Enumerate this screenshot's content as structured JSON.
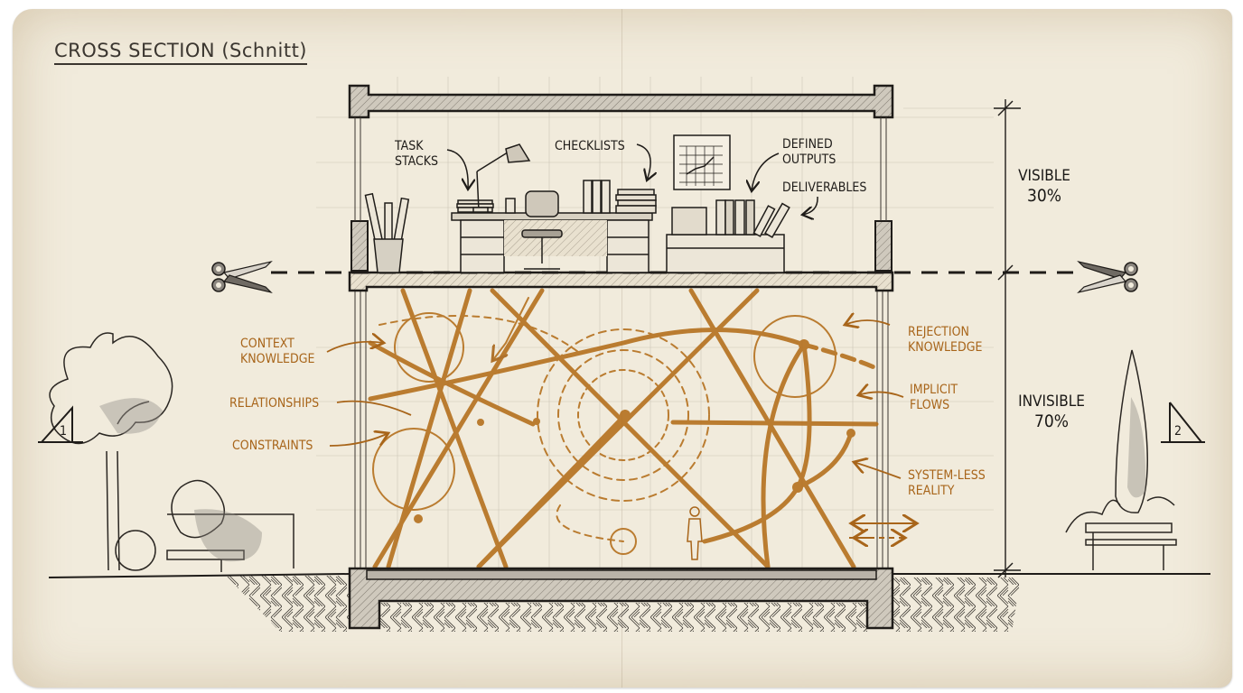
{
  "title": "CROSS SECTION (Schnitt)",
  "upper_floor": {
    "labels": {
      "task_stacks": [
        "TASK",
        "STACKS"
      ],
      "checklists": "CHECKLISTS",
      "defined_outputs": [
        "DEFINED",
        "OUTPUTS"
      ],
      "deliverables": "DELIVERABLES"
    }
  },
  "lower_floor": {
    "left_labels": {
      "context_knowledge": [
        "CONTEXT",
        "KNOWLEDGE"
      ],
      "relationships": "RELATIONSHIPS",
      "constraints": "CONSTRAINTS"
    },
    "right_labels": {
      "rejection_knowledge": [
        "REJECTION",
        "KNOWLEDGE"
      ],
      "implicit_flows": [
        "IMPLICIT",
        "FLOWS"
      ],
      "system_less_reality": [
        "SYSTEM-LESS",
        "REALITY"
      ]
    }
  },
  "dimensions": {
    "visible": {
      "label": "VISIBLE",
      "value": "30%"
    },
    "invisible": {
      "label": "INVISIBLE",
      "value": "70%"
    }
  },
  "section_markers": [
    {
      "id": "1",
      "label": "1"
    },
    {
      "id": "2",
      "label": "2"
    }
  ],
  "icons": {
    "cut_line_left": "scissors-icon",
    "cut_line_right": "scissors-icon"
  },
  "colors": {
    "paper": "#f1ebdc",
    "ink": "#1f1c19",
    "accent_orange": "#a8651a",
    "hatch_gray": "#b9b3a8"
  }
}
